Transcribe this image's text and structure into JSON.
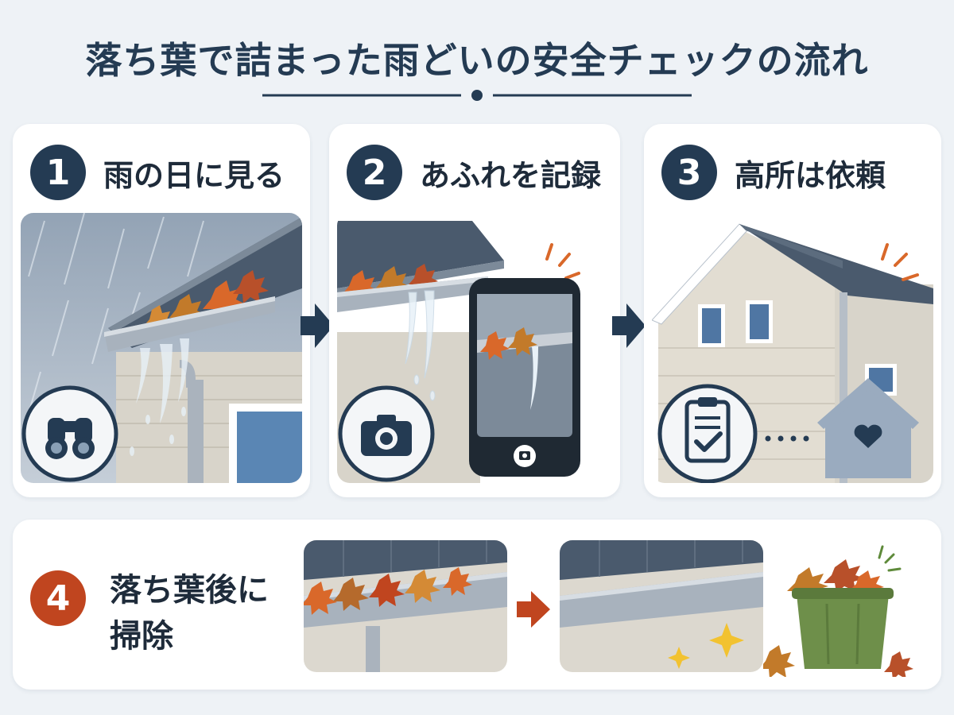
{
  "title": "落ち葉で詰まった雨どいの安全チェックの流れ",
  "colors": {
    "navy": "#243b53",
    "orange": "#c0451f",
    "background": "#eef2f6",
    "card": "#ffffff",
    "leaf_orange": "#d9682a",
    "leaf_brown": "#b56a2c"
  },
  "steps": [
    {
      "number": "1",
      "label": "雨の日に見る",
      "icon": "binoculars-icon"
    },
    {
      "number": "2",
      "label": "あふれを記録",
      "icon": "camera-icon"
    },
    {
      "number": "3",
      "label": "高所は依頼",
      "icon": "clipboard-check-icon"
    },
    {
      "number": "4",
      "label_line1": "落ち葉後に",
      "label_line2": "掃除",
      "icon": "trash-bin-icon"
    }
  ]
}
